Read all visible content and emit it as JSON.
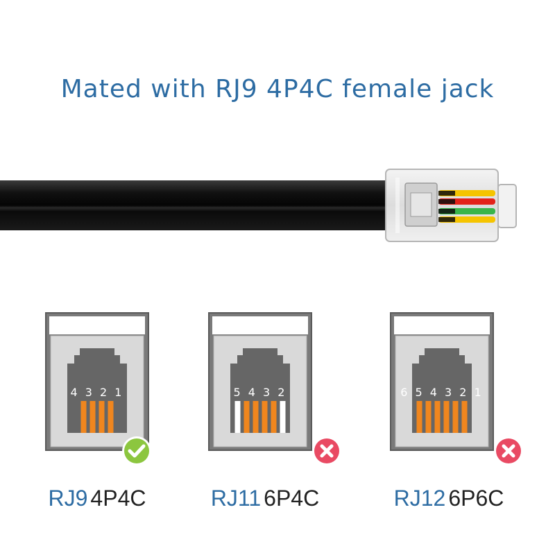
{
  "title": "Mated with RJ9 4P4C female jack",
  "colors": {
    "title": "#2d6ca3",
    "pin": "#f0861e",
    "jack_body": "#666666",
    "check": "#8cc63f",
    "cross": "#e94a63"
  },
  "cable": {
    "wire_colors": [
      "#f5c400",
      "#e32219",
      "#39b54a",
      "#f5c400"
    ]
  },
  "jacks": [
    {
      "pin_numbers": "4 3 2 1",
      "contacts": [
        "orange",
        "orange",
        "orange",
        "orange"
      ],
      "status": "check-icon",
      "standard": "RJ9",
      "config": "4P4C"
    },
    {
      "pin_numbers": "5 4 3 2",
      "contacts": [
        "white",
        "orange",
        "orange",
        "orange",
        "orange",
        "white"
      ],
      "status": "cross-icon",
      "standard": "RJ11",
      "config": "6P4C"
    },
    {
      "pin_numbers": "6 5 4 3 2 1",
      "contacts": [
        "orange",
        "orange",
        "orange",
        "orange",
        "orange",
        "orange"
      ],
      "status": "cross-icon",
      "standard": "RJ12",
      "config": "6P6C"
    }
  ]
}
